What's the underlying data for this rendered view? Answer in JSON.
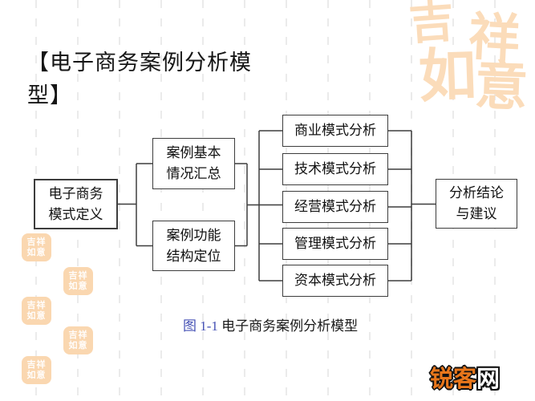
{
  "slide": {
    "title": "【电子商务案例分析模型】",
    "caption": {
      "figure_label": "图 1-1",
      "text": " 电子商务案例分析模型"
    }
  },
  "flowchart": {
    "definition": "电子商务\n模式定义",
    "summary": "案例基本\n情况汇总",
    "function": "案例功能\n结构定位",
    "analyses": [
      "商业模式分析",
      "技术模式分析",
      "经营模式分析",
      "管理模式分析",
      "资本模式分析"
    ],
    "conclusion": "分析结论\n与建议"
  },
  "decor": {
    "seal_phrase": "吉祥如意",
    "seal_chars": [
      "吉",
      "祥",
      "如",
      "意"
    ],
    "mini_stamp_line1": "吉祥",
    "mini_stamp_line2": "如意",
    "stamp_color": "#fbdcba"
  },
  "watermark": {
    "primary": "锐客",
    "secondary": "网"
  },
  "colors": {
    "line": "#3d3d3d",
    "gridline": "#ebebeb",
    "stamp": "#fbdcba",
    "logo_orange": "#e8761b",
    "figure_number_blue": "#4450b4"
  }
}
